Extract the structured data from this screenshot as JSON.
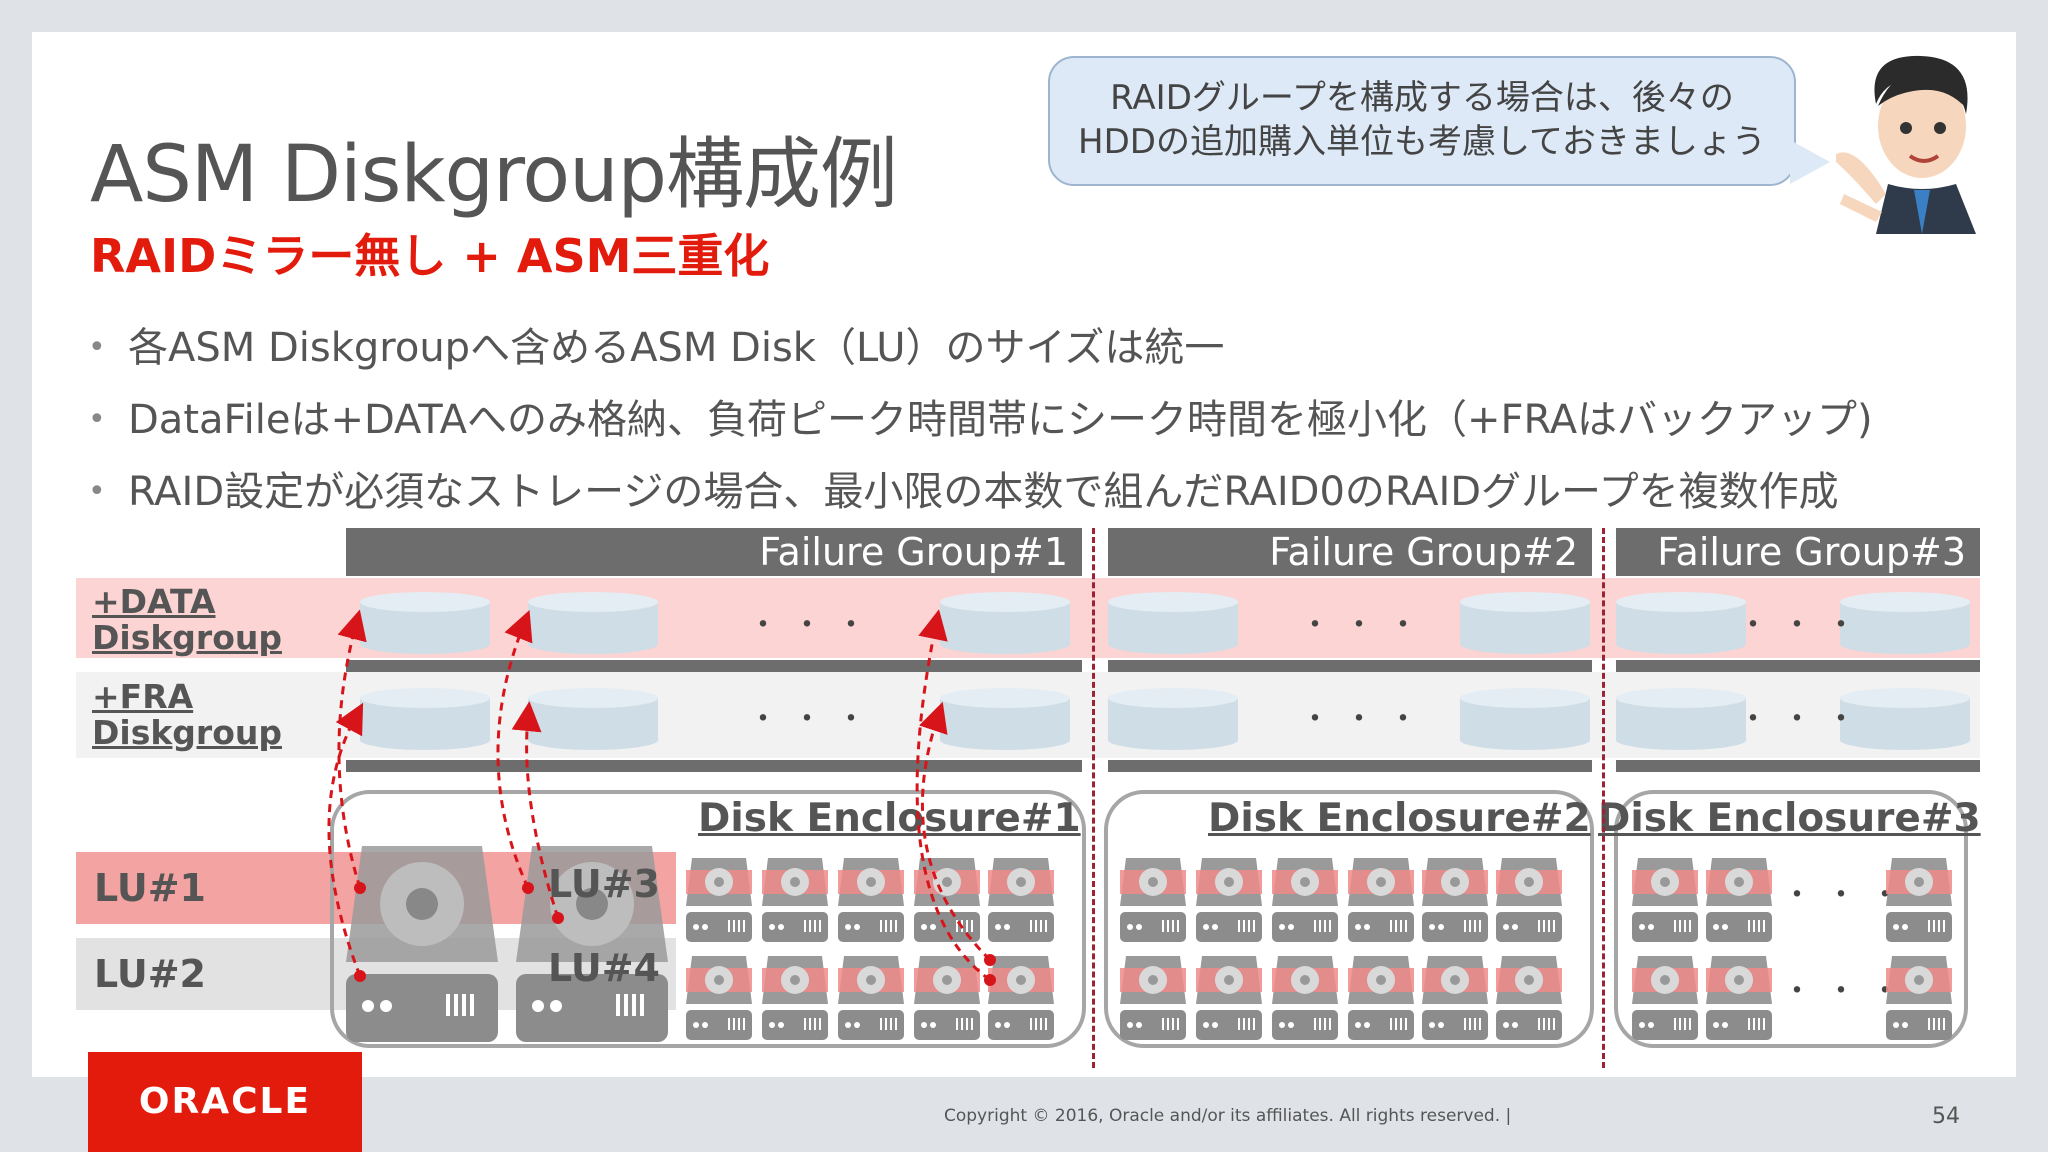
{
  "slide": {
    "title": "ASM Diskgroup構成例",
    "subtitle": "RAIDミラー無し + ASM三重化",
    "bubble_line1": "RAIDグループを構成する場合は、後々の",
    "bubble_line2": "HDDの追加購入単位も考慮しておきましょう",
    "bullets": [
      "各ASM Diskgroupへ含めるASM Disk（LU）のサイズは統一",
      "DataFileは+DATAへのみ格納、負荷ピーク時間帯にシーク時間を極小化（+FRAはバックアップ)",
      "RAID設定が必須なストレージの場合、最小限の本数で組んだRAID0のRAIDグループを複数作成"
    ],
    "bullet_symbol": "•"
  },
  "diagram": {
    "failure_groups": [
      "Failure Group#1",
      "Failure Group#2",
      "Failure Group#3"
    ],
    "diskgroups": [
      {
        "line1": "+DATA",
        "line2": "Diskgroup"
      },
      {
        "line1": "+FRA",
        "line2": "Diskgroup"
      }
    ],
    "enclosures": [
      "Disk Enclosure#1",
      "Disk Enclosure#2",
      "Disk Enclosure#3"
    ],
    "lus": [
      "LU#1",
      "LU#2",
      "LU#3",
      "LU#4"
    ],
    "ellipsis": "・・・",
    "colors": {
      "accent_red": "#e31b0c",
      "band_pink": "#fbd4d3",
      "bar_grey": "#6d6d6d",
      "arrow_red": "#d8141b",
      "divider": "#9b2335"
    }
  },
  "footer": {
    "brand": "ORACLE",
    "copyright": "Copyright © 2016, Oracle and/or its affiliates. All rights reserved.  |",
    "page_number": "54"
  }
}
